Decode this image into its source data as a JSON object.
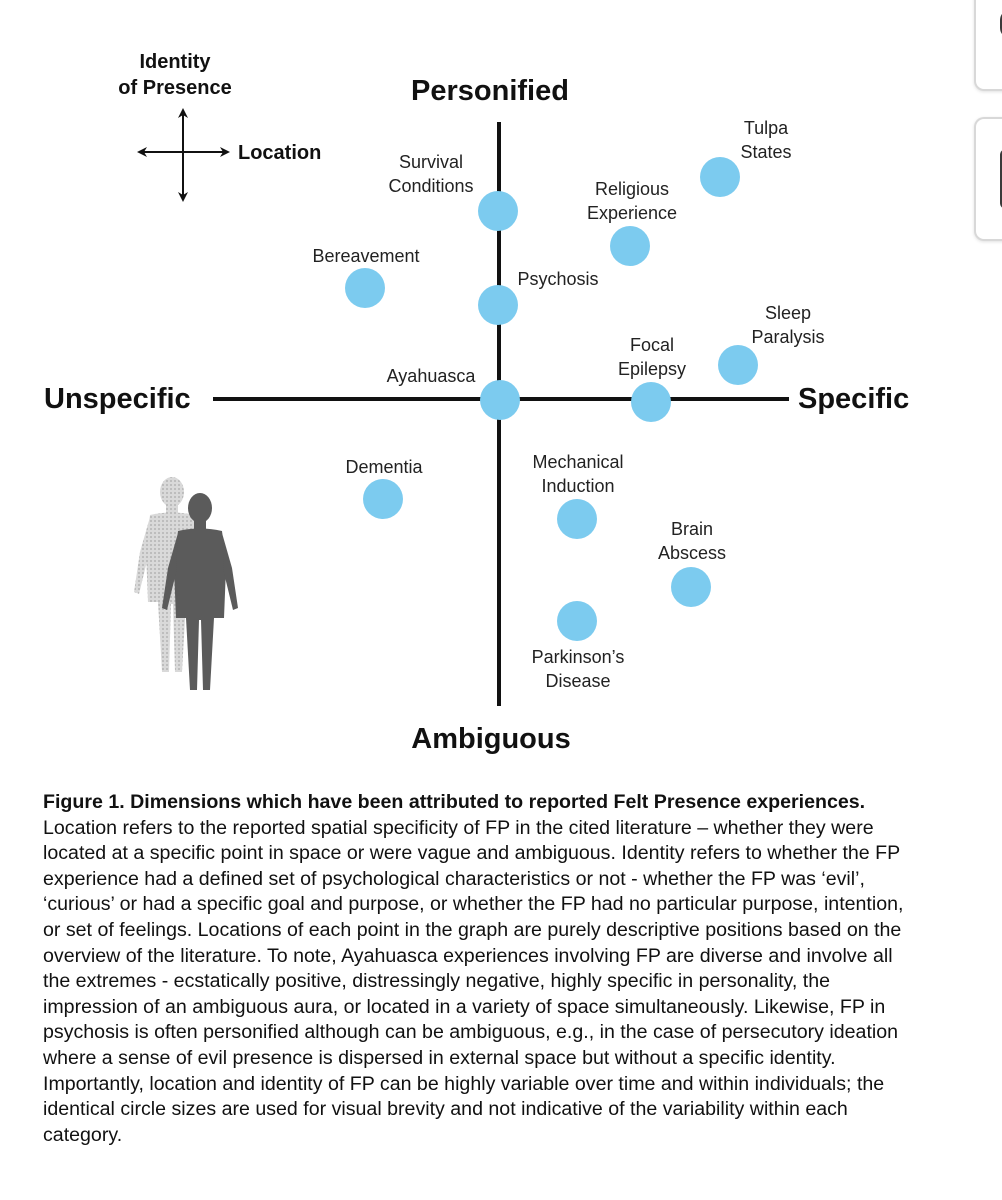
{
  "diagram": {
    "axis_titles": {
      "top": "Personified",
      "bottom": "Ambiguous",
      "left": "Unspecific",
      "right": "Specific"
    },
    "legend": {
      "vertical_label_lines": [
        "Identity",
        "of Presence"
      ],
      "horizontal_label": "Location"
    },
    "point_color": "#7ccbef",
    "axis_color": "#111111",
    "points": [
      {
        "lines": [
          "Tulpa",
          "States"
        ]
      },
      {
        "lines": [
          "Survival",
          "Conditions"
        ]
      },
      {
        "lines": [
          "Religious",
          "Experience"
        ]
      },
      {
        "lines": [
          "Bereavement"
        ]
      },
      {
        "lines": [
          "Psychosis"
        ]
      },
      {
        "lines": [
          "Sleep",
          "Paralysis"
        ]
      },
      {
        "lines": [
          "Focal",
          "Epilepsy"
        ]
      },
      {
        "lines": [
          "Ayahuasca"
        ]
      },
      {
        "lines": [
          "Dementia"
        ]
      },
      {
        "lines": [
          "Mechanical",
          "Induction"
        ]
      },
      {
        "lines": [
          "Brain",
          "Abscess"
        ]
      },
      {
        "lines": [
          "Parkinson’s",
          "Disease"
        ]
      }
    ]
  },
  "caption": {
    "bold": "Figure 1. Dimensions which have been attributed to reported Felt Presence experiences.",
    "text": " Location refers to the reported spatial specificity of FP in the cited literature – whether they were located at a specific point in space or were vague and ambiguous. Identity refers to whether the FP experience had a defined set of psychological characteristics or not - whether the FP was ‘evil’, ‘curious’ or had a specific goal and purpose, or whether the FP had no particular purpose, intention, or set of feelings. Locations of each point in the graph are purely descriptive positions based on the overview of the literature. To note, Ayahuasca experiences involving FP are diverse and involve all the extremes - ecstatically positive, distressingly negative, highly specific in personality, the impression of an ambiguous aura, or located in a variety of space simultaneously. Likewise, FP in psychosis is often personified although can be ambiguous, e.g., in the case of persecutory ideation where a sense of evil presence is dispersed in external space but without a specific identity. Importantly, location and identity of FP can be highly variable over time and within individuals; the identical circle sizes are used for visual brevity and not indicative of the variability within each category."
  }
}
